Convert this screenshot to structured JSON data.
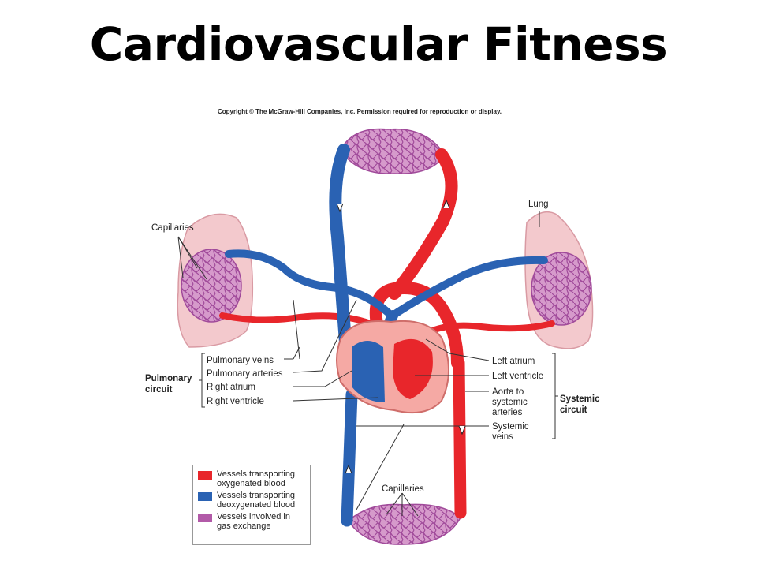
{
  "title": "Cardiovascular Fitness",
  "copyright": "Copyright © The McGraw-Hill Companies, Inc. Permission required for reproduction or display.",
  "labels": {
    "capillaries_top": "Capillaries",
    "lung": "Lung",
    "pulmonary_veins": "Pulmonary veins",
    "pulmonary_arteries": "Pulmonary arteries",
    "right_atrium": "Right atrium",
    "right_ventricle": "Right ventricle",
    "pulmonary_circuit_1": "Pulmonary",
    "pulmonary_circuit_2": "circuit",
    "left_atrium": "Left atrium",
    "left_ventricle": "Left ventricle",
    "aorta_1": "Aorta to",
    "aorta_2": "systemic",
    "aorta_3": "arteries",
    "systemic_veins_1": "Systemic",
    "systemic_veins_2": "veins",
    "systemic_circuit_1": "Systemic",
    "systemic_circuit_2": "circuit",
    "capillaries_bottom": "Capillaries"
  },
  "legend": [
    {
      "text": "Vessels transporting\noxygenated blood",
      "color": "#e8262b"
    },
    {
      "text": "Vessels transporting\ndeoxygenated blood",
      "color": "#2a62b3"
    },
    {
      "text": "Vessels involved in\ngas exchange",
      "color": "#b25aa8"
    }
  ],
  "colors": {
    "oxygenated": "#e8262b",
    "deoxygenated": "#2a62b3",
    "exchange": "#b25aa8",
    "lung_tissue": "#f3c9cd",
    "heart_wall": "#f5a9a4"
  }
}
